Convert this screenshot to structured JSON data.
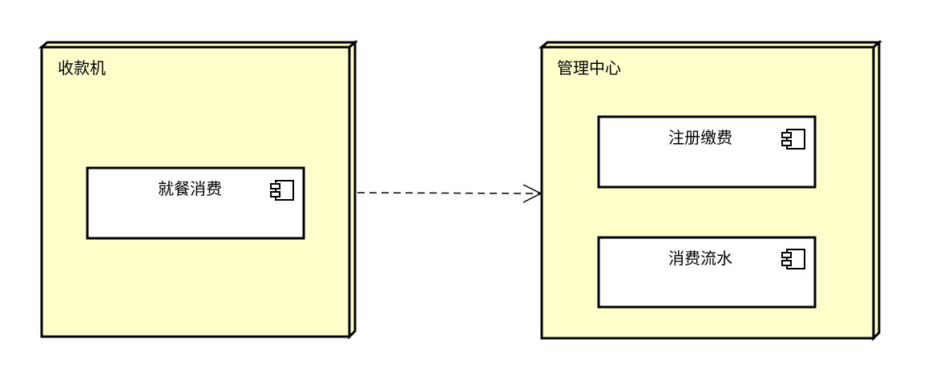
{
  "colors": {
    "node_fill": "#ffffcc",
    "node_side": "#ffffcc",
    "stroke": "#000000",
    "component_fill": "#ffffff"
  },
  "nodes": [
    {
      "id": "cashier",
      "label": "收款机",
      "components": [
        {
          "label": "就餐消费",
          "icon": "component-icon"
        }
      ]
    },
    {
      "id": "management",
      "label": "管理中心",
      "components": [
        {
          "label": "注册缴费",
          "icon": "component-icon"
        },
        {
          "label": "消费流水",
          "icon": "component-icon"
        }
      ]
    }
  ],
  "relationships": [
    {
      "from": "cashier",
      "to": "management",
      "type": "dependency",
      "style": "dashed",
      "arrow": "open"
    }
  ]
}
